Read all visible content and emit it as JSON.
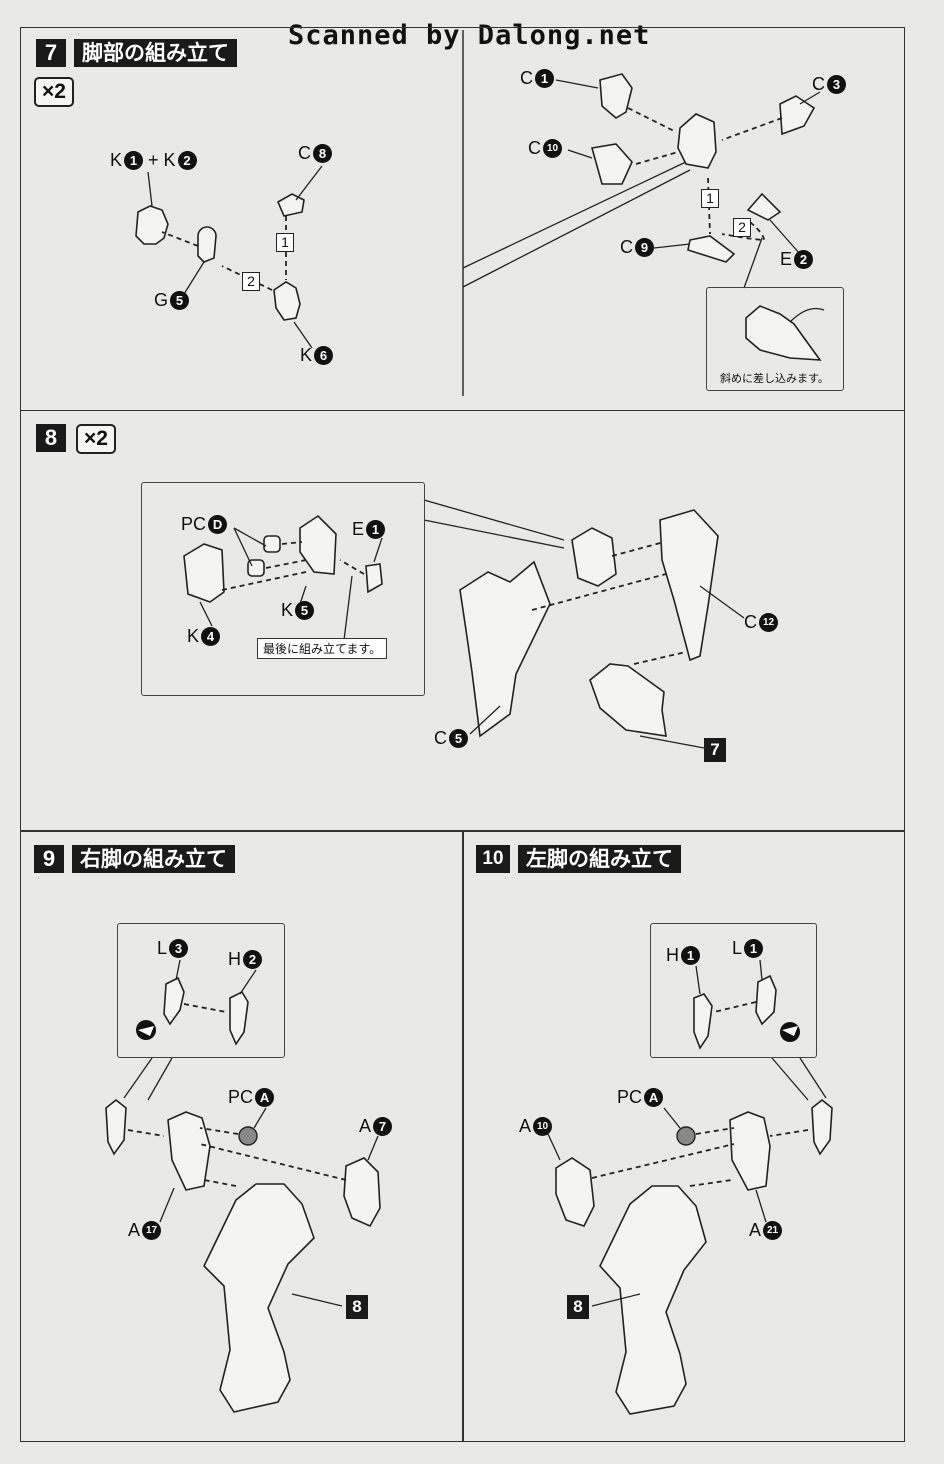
{
  "header": {
    "scan_credit": "Scanned by Dalong.net"
  },
  "steps": [
    {
      "number": "7",
      "title": "脚部の組み立て",
      "quantity": "×2",
      "parts": {
        "k1k2_letter": "K",
        "k1_num": "1",
        "plus": "+",
        "k2_letter": "K",
        "k2_num": "2",
        "c8_letter": "C",
        "c8_num": "8",
        "g5_letter": "G",
        "g5_num": "5",
        "k6_letter": "K",
        "k6_num": "6",
        "c1_letter": "C",
        "c1_num": "1",
        "c3_letter": "C",
        "c3_num": "3",
        "c10_letter": "C",
        "c10_num": "10",
        "c9_letter": "C",
        "c9_num": "9",
        "e2_letter": "E",
        "e2_num": "2"
      },
      "order_marks": [
        "1",
        "2",
        "1",
        "2"
      ],
      "note": "斜めに差し込みます。"
    },
    {
      "number": "8",
      "quantity": "×2",
      "parts": {
        "pcd_letter": "PC",
        "pcd_num": "D",
        "e1_letter": "E",
        "e1_num": "1",
        "k5_letter": "K",
        "k5_num": "5",
        "k4_letter": "K",
        "k4_num": "4",
        "c12_letter": "C",
        "c12_num": "12",
        "c5_letter": "C",
        "c5_num": "5"
      },
      "note": "最後に組み立てます。",
      "ref_step": "7"
    },
    {
      "number": "9",
      "title": "右脚の組み立て",
      "parts": {
        "l3_letter": "L",
        "l3_num": "3",
        "h2_letter": "H",
        "h2_num": "2",
        "pca_letter": "PC",
        "pca_num": "A",
        "a7_letter": "A",
        "a7_num": "7",
        "a17_letter": "A",
        "a17_num": "17"
      },
      "ref_step": "8"
    },
    {
      "number": "10",
      "title": "左脚の組み立て",
      "parts": {
        "h1_letter": "H",
        "h1_num": "1",
        "l1_letter": "L",
        "l1_num": "1",
        "pca_letter": "PC",
        "pca_num": "A",
        "a10_letter": "A",
        "a10_num": "10",
        "a21_letter": "A",
        "a21_num": "21"
      },
      "ref_step": "8"
    }
  ]
}
